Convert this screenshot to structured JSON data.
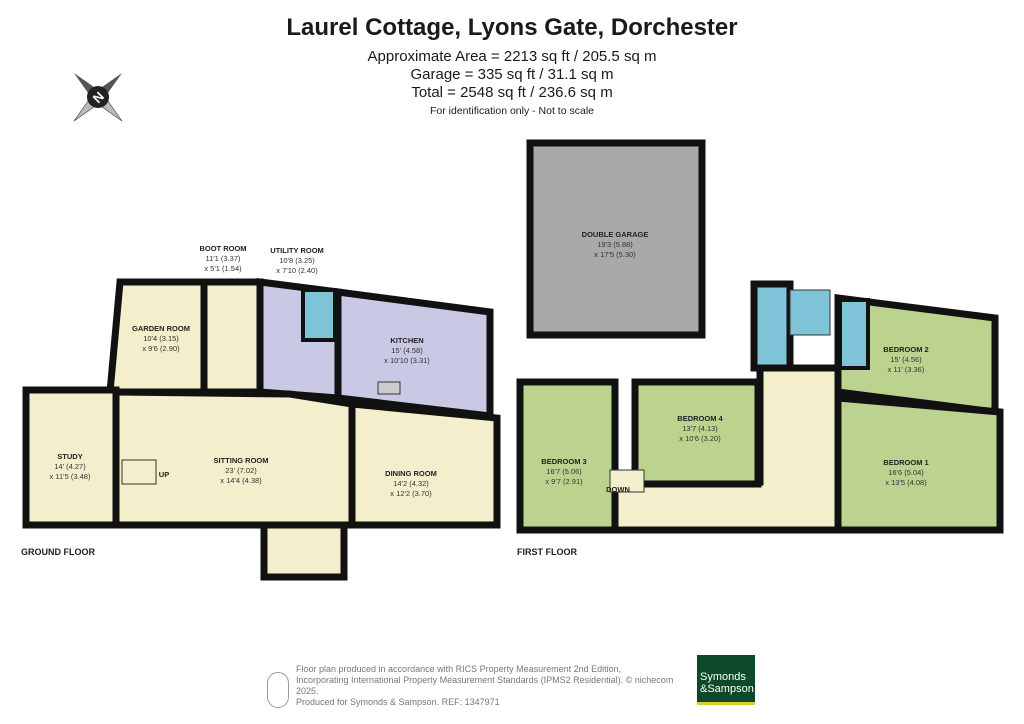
{
  "header": {
    "title": "Laurel Cottage, Lyons Gate, Dorchester",
    "area": "Approximate Area = 2213 sq ft / 205.5 sq m",
    "garage": "Garage = 335 sq ft / 31.1 sq m",
    "total": "Total = 2548 sq ft / 236.6 sq m",
    "note": "For identification only - Not to scale"
  },
  "compass": {
    "label": "N"
  },
  "colors": {
    "living": "#f3eecb",
    "service": "#c9c9e6",
    "wet": "#7fc3d8",
    "bedroom": "#bcd38f",
    "garage": "#a9a9a9",
    "wall": "#111111",
    "brand": "#0d4a2a"
  },
  "ground_floor": {
    "label": "GROUND FLOOR",
    "rooms": [
      {
        "name": "GARDEN ROOM",
        "d1": "10'4 (3.15)",
        "d2": "x 9'6 (2.90)"
      },
      {
        "name": "BOOT ROOM",
        "d1": "11'1 (3.37)",
        "d2": "x 5'1 (1.54)"
      },
      {
        "name": "UTILITY ROOM",
        "d1": "10'8 (3.25)",
        "d2": "x 7'10 (2.40)"
      },
      {
        "name": "KITCHEN",
        "d1": "15' (4.58)",
        "d2": "x 10'10 (3.31)"
      },
      {
        "name": "STUDY",
        "d1": "14' (4.27)",
        "d2": "x 11'5 (3.48)"
      },
      {
        "name": "SITTING ROOM",
        "d1": "23' (7.02)",
        "d2": "x 14'4 (4.38)"
      },
      {
        "name": "DINING ROOM",
        "d1": "14'2 (4.32)",
        "d2": "x 12'2 (3.70)"
      }
    ],
    "stairs": "UP"
  },
  "first_floor": {
    "label": "FIRST FLOOR",
    "rooms": [
      {
        "name": "DOUBLE GARAGE",
        "d1": "19'3 (5.88)",
        "d2": "x 17'5 (5.30)"
      },
      {
        "name": "BEDROOM 2",
        "d1": "15' (4.56)",
        "d2": "x 11' (3.36)"
      },
      {
        "name": "BEDROOM 4",
        "d1": "13'7 (4.13)",
        "d2": "x 10'6 (3.20)"
      },
      {
        "name": "BEDROOM 3",
        "d1": "16'7 (5.06)",
        "d2": "x 9'7 (2.91)"
      },
      {
        "name": "BEDROOM 1",
        "d1": "16'6 (5.04)",
        "d2": "x 13'5 (4.08)"
      }
    ],
    "stairs": "DOWN"
  },
  "footer": {
    "line1": "Floor plan produced in accordance with RICS Property Measurement 2nd Edition,",
    "line2": "Incorporating International Property Measurement Standards (IPMS2 Residential).   © nichecom 2025.",
    "line3": "Produced for Symonds & Sampson.   REF:  1347971"
  },
  "logo": {
    "line1": "Symonds",
    "line2": "&Sampson"
  }
}
